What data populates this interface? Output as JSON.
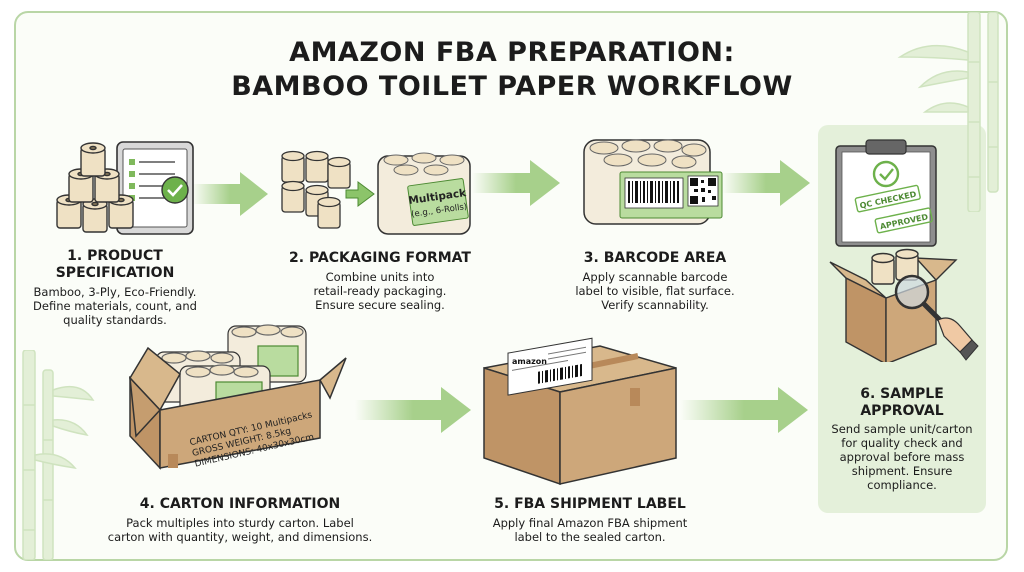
{
  "title": {
    "line1": "AMAZON FBA PREPARATION:",
    "line2": "BAMBOO TOILET PAPER WORKFLOW"
  },
  "steps": [
    {
      "title_lines": [
        "1. PRODUCT",
        "SPECIFICATION"
      ],
      "desc_lines": [
        "Bamboo, 3-Ply, Eco-Friendly.",
        "Define materials, count, and",
        "quality standards."
      ]
    },
    {
      "title_lines": [
        "2. PACKAGING FORMAT"
      ],
      "desc_lines": [
        "Combine units into",
        "retail-ready packaging.",
        "Ensure secure sealing."
      ]
    },
    {
      "title_lines": [
        "3. BARCODE AREA"
      ],
      "desc_lines": [
        "Apply scannable barcode",
        "label to visible, flat surface.",
        "Verify scannability."
      ]
    },
    {
      "title_lines": [
        "4. CARTON INFORMATION"
      ],
      "desc_lines": [
        "Pack multiples into sturdy carton. Label",
        "carton with quantity, weight, and dimensions."
      ]
    },
    {
      "title_lines": [
        "5. FBA SHIPMENT LABEL"
      ],
      "desc_lines": [
        "Apply final Amazon FBA shipment",
        "label to the sealed carton."
      ]
    },
    {
      "title_lines": [
        "6. SAMPLE",
        "APPROVAL"
      ],
      "desc_lines": [
        "Send sample unit/carton",
        "for quality check and",
        "approval before mass",
        "shipment. Ensure",
        "compliance."
      ]
    }
  ],
  "illustrations": {
    "multipack_label_line1": "Multipack",
    "multipack_label_line2": "(e.g., 6-Rolls)",
    "carton_qty": "CARTON QTY: 10 Multipacks",
    "gross_weight": "GROSS WEIGHT: 8.5kg",
    "dimensions": "DIMENSIONS: 40x30x30cm",
    "shipping_label_brand": "amazon",
    "qc_stamp": "QC CHECKED",
    "approved_stamp": "APPROVED"
  },
  "colors": {
    "frame_border": "#b9d6a6",
    "arrow_green": "#a7d08b",
    "panel_green": "#e4f0da",
    "cardboard": "#cda77a",
    "roll": "#efe1c4"
  }
}
